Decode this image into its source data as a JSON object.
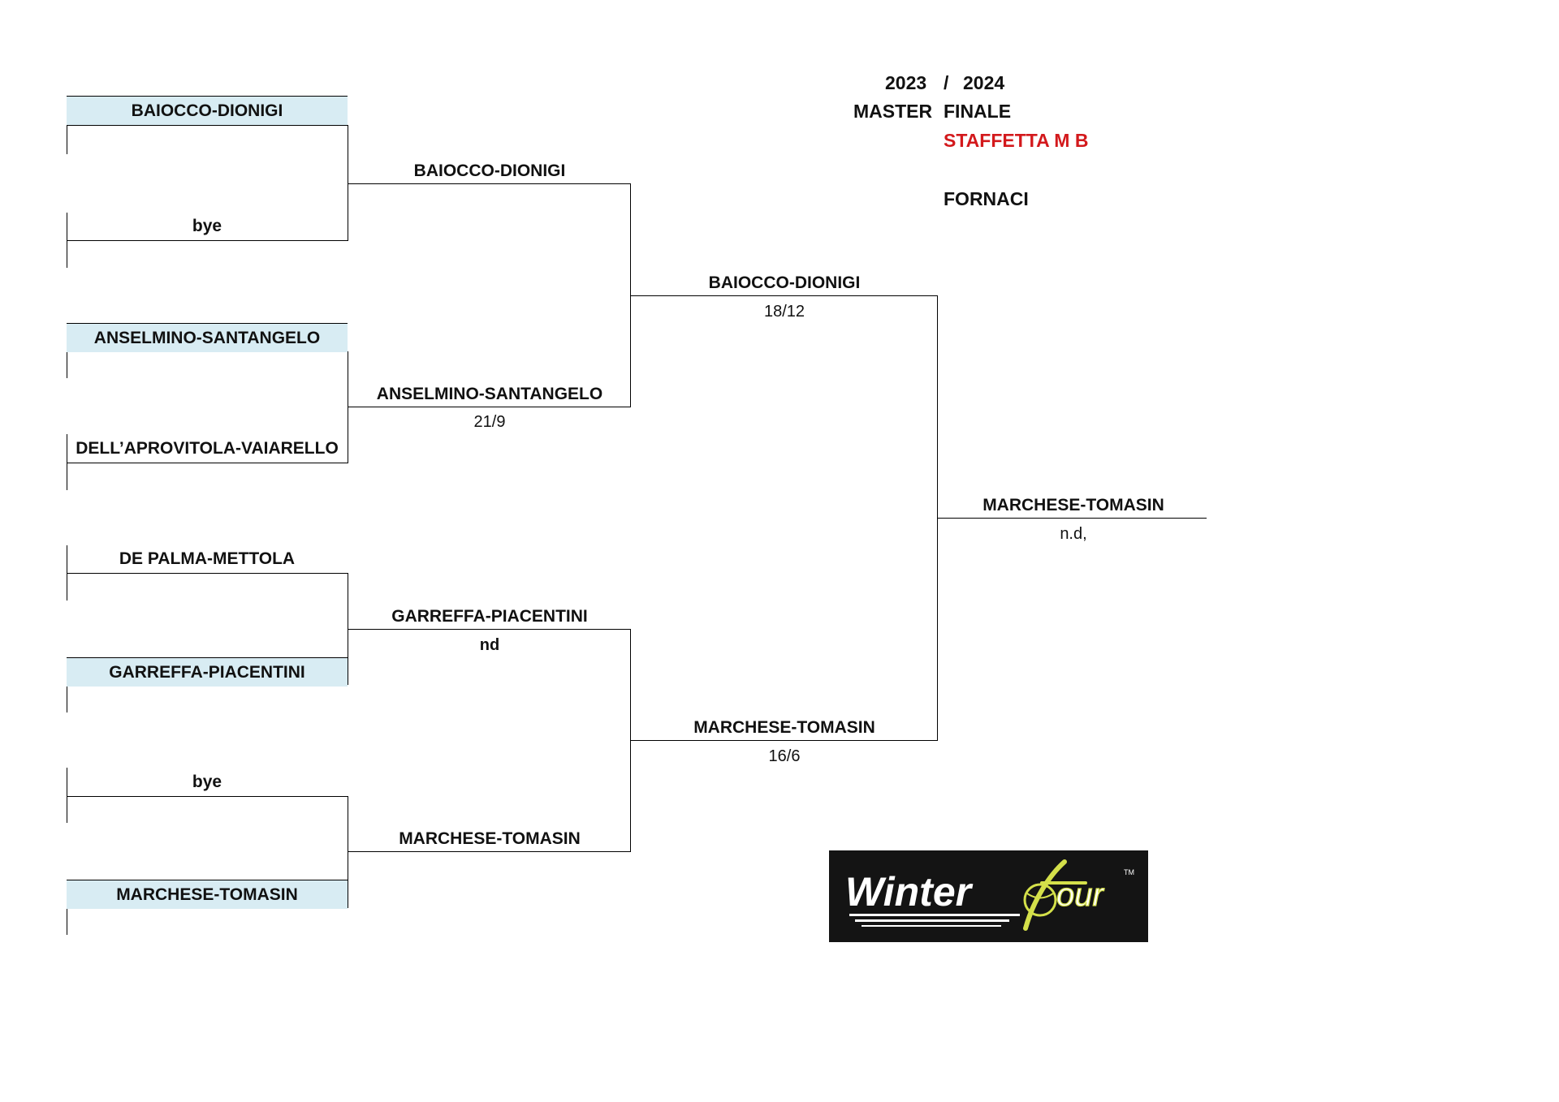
{
  "header": {
    "year_start": "2023",
    "year_sep": "/",
    "year_end": "2024",
    "level": "MASTER",
    "stage": "FINALE",
    "category": "STAFFETTA M B",
    "location": "FORNACI"
  },
  "colors": {
    "highlight": "#d8ecf3",
    "category_red": "#d3191c",
    "logo_bg": "#141414",
    "logo_accent": "#d4e04a"
  },
  "bracket": {
    "round1": [
      "BAIOCCO-DIONIGI",
      "bye",
      "ANSELMINO-SANTANGELO",
      "DELL’APROVITOLA-VAIARELLO",
      "DE PALMA-METTOLA",
      "GARREFFA-PIACENTINI",
      "bye",
      "MARCHESE-TOMASIN"
    ],
    "round2": [
      {
        "name": "BAIOCCO-DIONIGI",
        "score": ""
      },
      {
        "name": "ANSELMINO-SANTANGELO",
        "score": "21/9"
      },
      {
        "name": "GARREFFA-PIACENTINI",
        "score": "nd"
      },
      {
        "name": "MARCHESE-TOMASIN",
        "score": ""
      }
    ],
    "semifinal": [
      {
        "name": "BAIOCCO-DIONIGI",
        "score": "18/12"
      },
      {
        "name": "MARCHESE-TOMASIN",
        "score": "16/6"
      }
    ],
    "final": {
      "name": "MARCHESE-TOMASIN",
      "score": "n.d,"
    }
  },
  "logo": {
    "word_left": "Winter",
    "word_right": "our",
    "mark": "TM"
  }
}
